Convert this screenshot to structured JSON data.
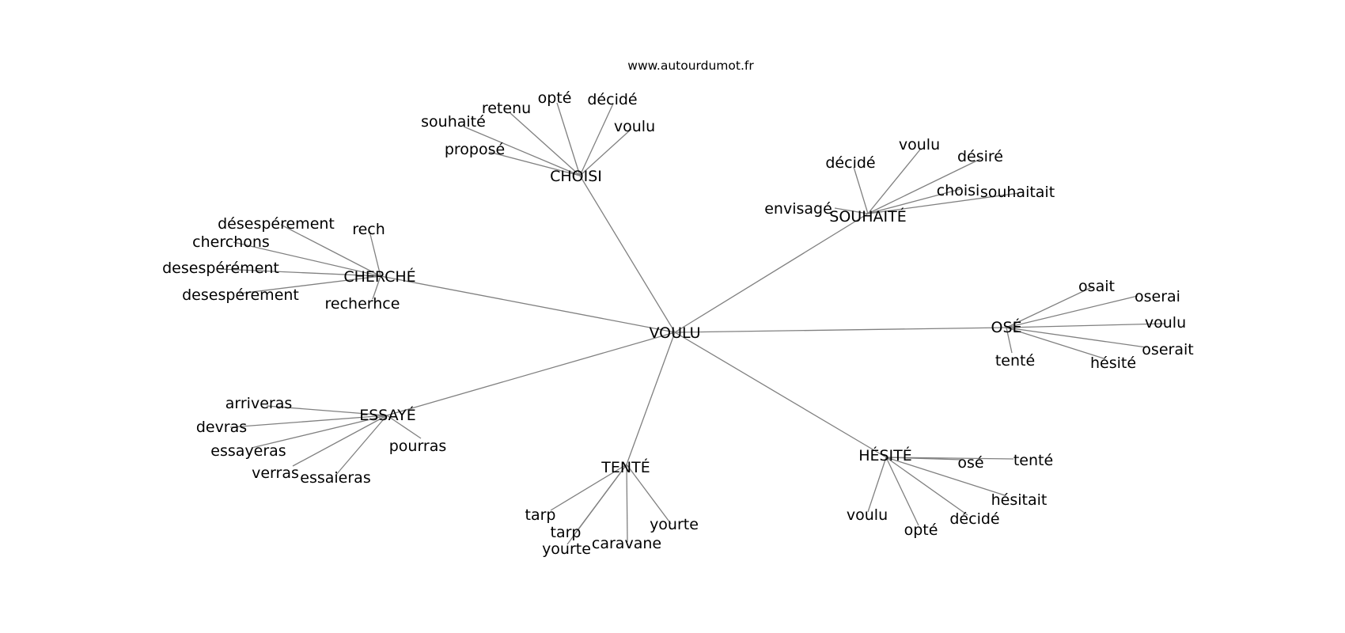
{
  "source": "www.autourdumot.fr",
  "center": "VOULU",
  "clusters": [
    {
      "id": "choisi",
      "label": "CHOISI",
      "words": [
        "retenu",
        "opté",
        "décidé",
        "souhaité",
        "voulu",
        "proposé"
      ]
    },
    {
      "id": "souhaite",
      "label": "SOUHAITÉ",
      "words": [
        "voulu",
        "décidé",
        "désiré",
        "choisi",
        "souhaitait",
        "envisagé"
      ]
    },
    {
      "id": "cherche",
      "label": "CHERCHÉ",
      "words": [
        "désespérement",
        "rech",
        "cherchons",
        "desespérément",
        "desespérement",
        "recherhce"
      ]
    },
    {
      "id": "ose",
      "label": "OSÉ",
      "words": [
        "osait",
        "oserai",
        "voulu",
        "oserait",
        "tenté",
        "hésité"
      ]
    },
    {
      "id": "essaye",
      "label": "ESSAYÉ",
      "words": [
        "arriveras",
        "devras",
        "essayeras",
        "pourras",
        "verras",
        "essaieras"
      ]
    },
    {
      "id": "tente",
      "label": "TENTÉ",
      "words": [
        "tarp",
        "yourte",
        "tarp",
        "yourte",
        "caravane"
      ]
    },
    {
      "id": "hesite",
      "label": "HÉSITÉ",
      "words": [
        "osé",
        "tenté",
        "hésitait",
        "voulu",
        "décidé",
        "opté"
      ]
    }
  ]
}
